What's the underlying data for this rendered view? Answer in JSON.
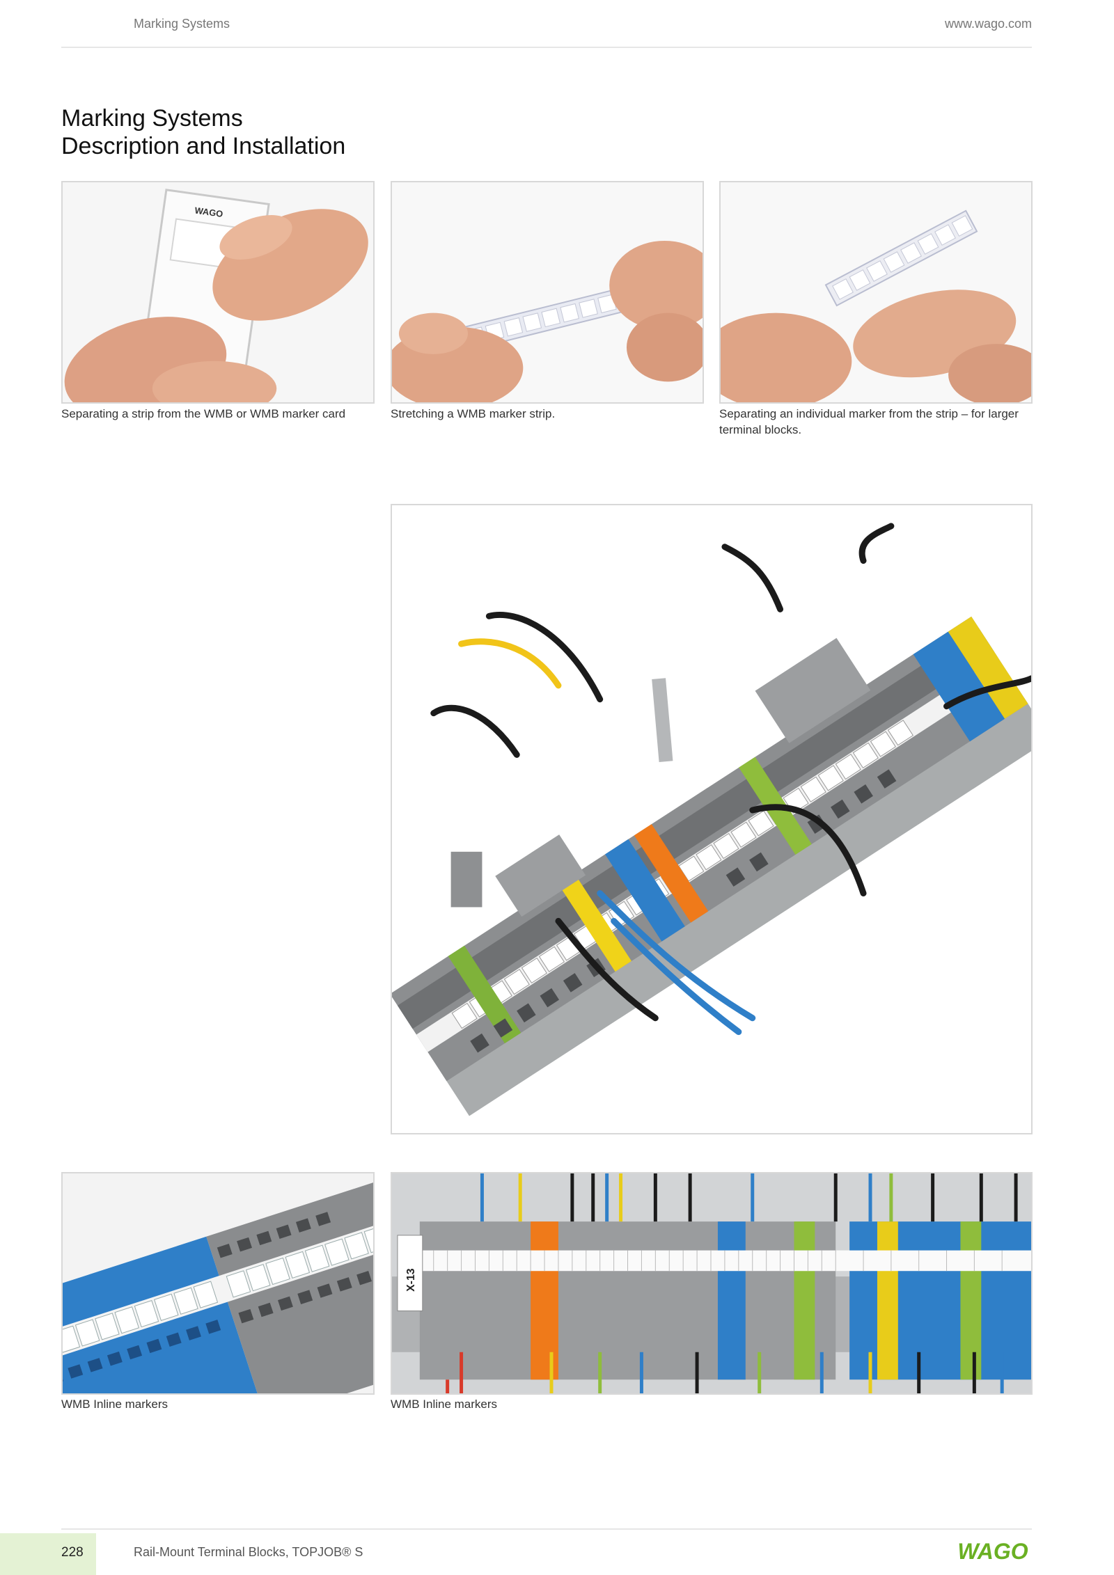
{
  "header": {
    "section": "Marking Systems",
    "url": "www.wago.com"
  },
  "title": "Marking Systems",
  "subtitle": "Description and Installation",
  "figures": {
    "fig1": {
      "caption": "Separating a strip from the WMB or WMB marker card",
      "card_text": "WAGO"
    },
    "fig2": {
      "caption": "Stretching a WMB marker strip."
    },
    "fig3": {
      "caption": "Separating an individual marker from the strip – for larger terminal blocks."
    },
    "fig4": {
      "caption": ""
    },
    "fig5": {
      "caption": "WMB Inline markers"
    },
    "fig6": {
      "caption": "WMB Inline markers",
      "label_text": "X-13"
    }
  },
  "footer": {
    "page_number": "228",
    "text": "Rail-Mount Terminal Blocks, TOPJOB® S",
    "logo_text": "WAGO"
  },
  "colors": {
    "accent_green": "#6ab023",
    "page_box": "#e4f2d4"
  }
}
